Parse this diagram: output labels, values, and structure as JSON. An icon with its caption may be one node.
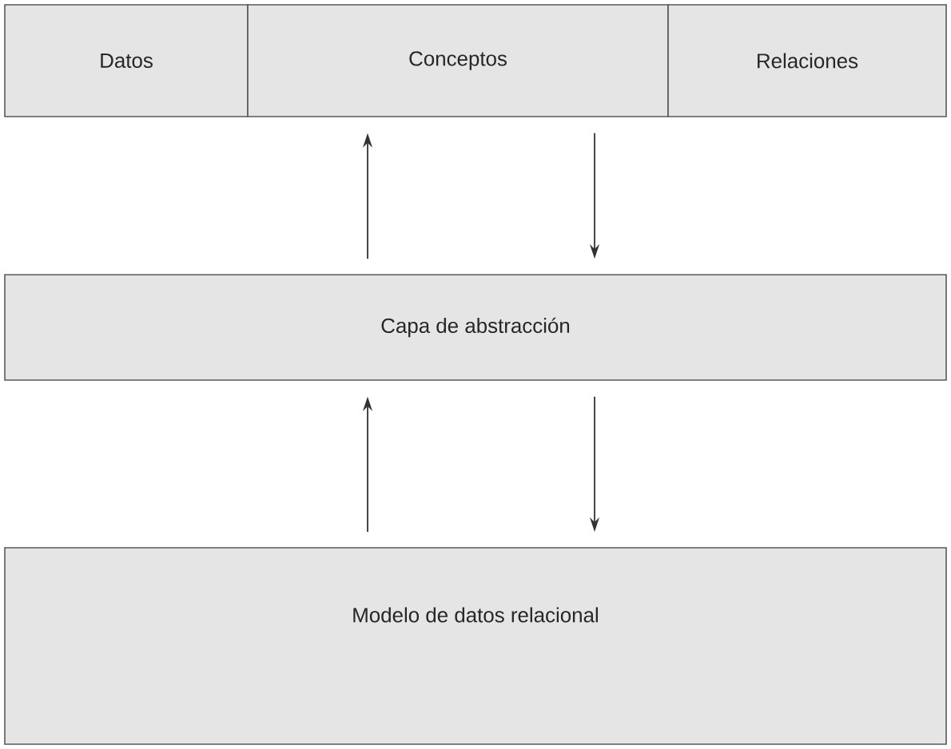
{
  "diagram": {
    "nodes": [
      {
        "text": [
          "Datos"
        ]
      },
      {
        "text": [
          "Conceptos"
        ]
      },
      {
        "text": [
          "Relaciones"
        ]
      },
      {
        "text": [
          "Capa de abstracción"
        ]
      },
      {
        "text": [
          "Modelo de datos relacional"
        ]
      }
    ],
    "edges": [
      {
        "from": 3,
        "to": 1,
        "arrow": "to"
      },
      {
        "from": 1,
        "to": 3,
        "arrow": "to"
      },
      {
        "from": 4,
        "to": 3,
        "arrow": "to"
      },
      {
        "from": 3,
        "to": 4,
        "arrow": "to"
      }
    ]
  }
}
